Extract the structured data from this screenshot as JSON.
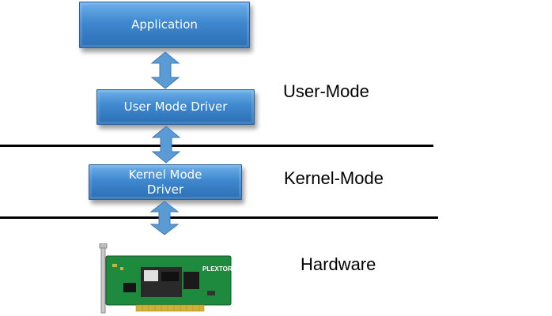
{
  "boxes": {
    "application": "Application",
    "user_mode_driver": "User Mode Driver",
    "kernel_mode_driver": "Kernel Mode Driver"
  },
  "labels": {
    "user_mode": "User-Mode",
    "kernel_mode": "Kernel-Mode",
    "hardware": "Hardware"
  },
  "hardware_image": {
    "brand_text": "PLEXTOR"
  },
  "colors": {
    "box_blue": "#3f88cf",
    "arrow_blue": "#5b9bd5",
    "pcb_green": "#1e8a3e"
  }
}
